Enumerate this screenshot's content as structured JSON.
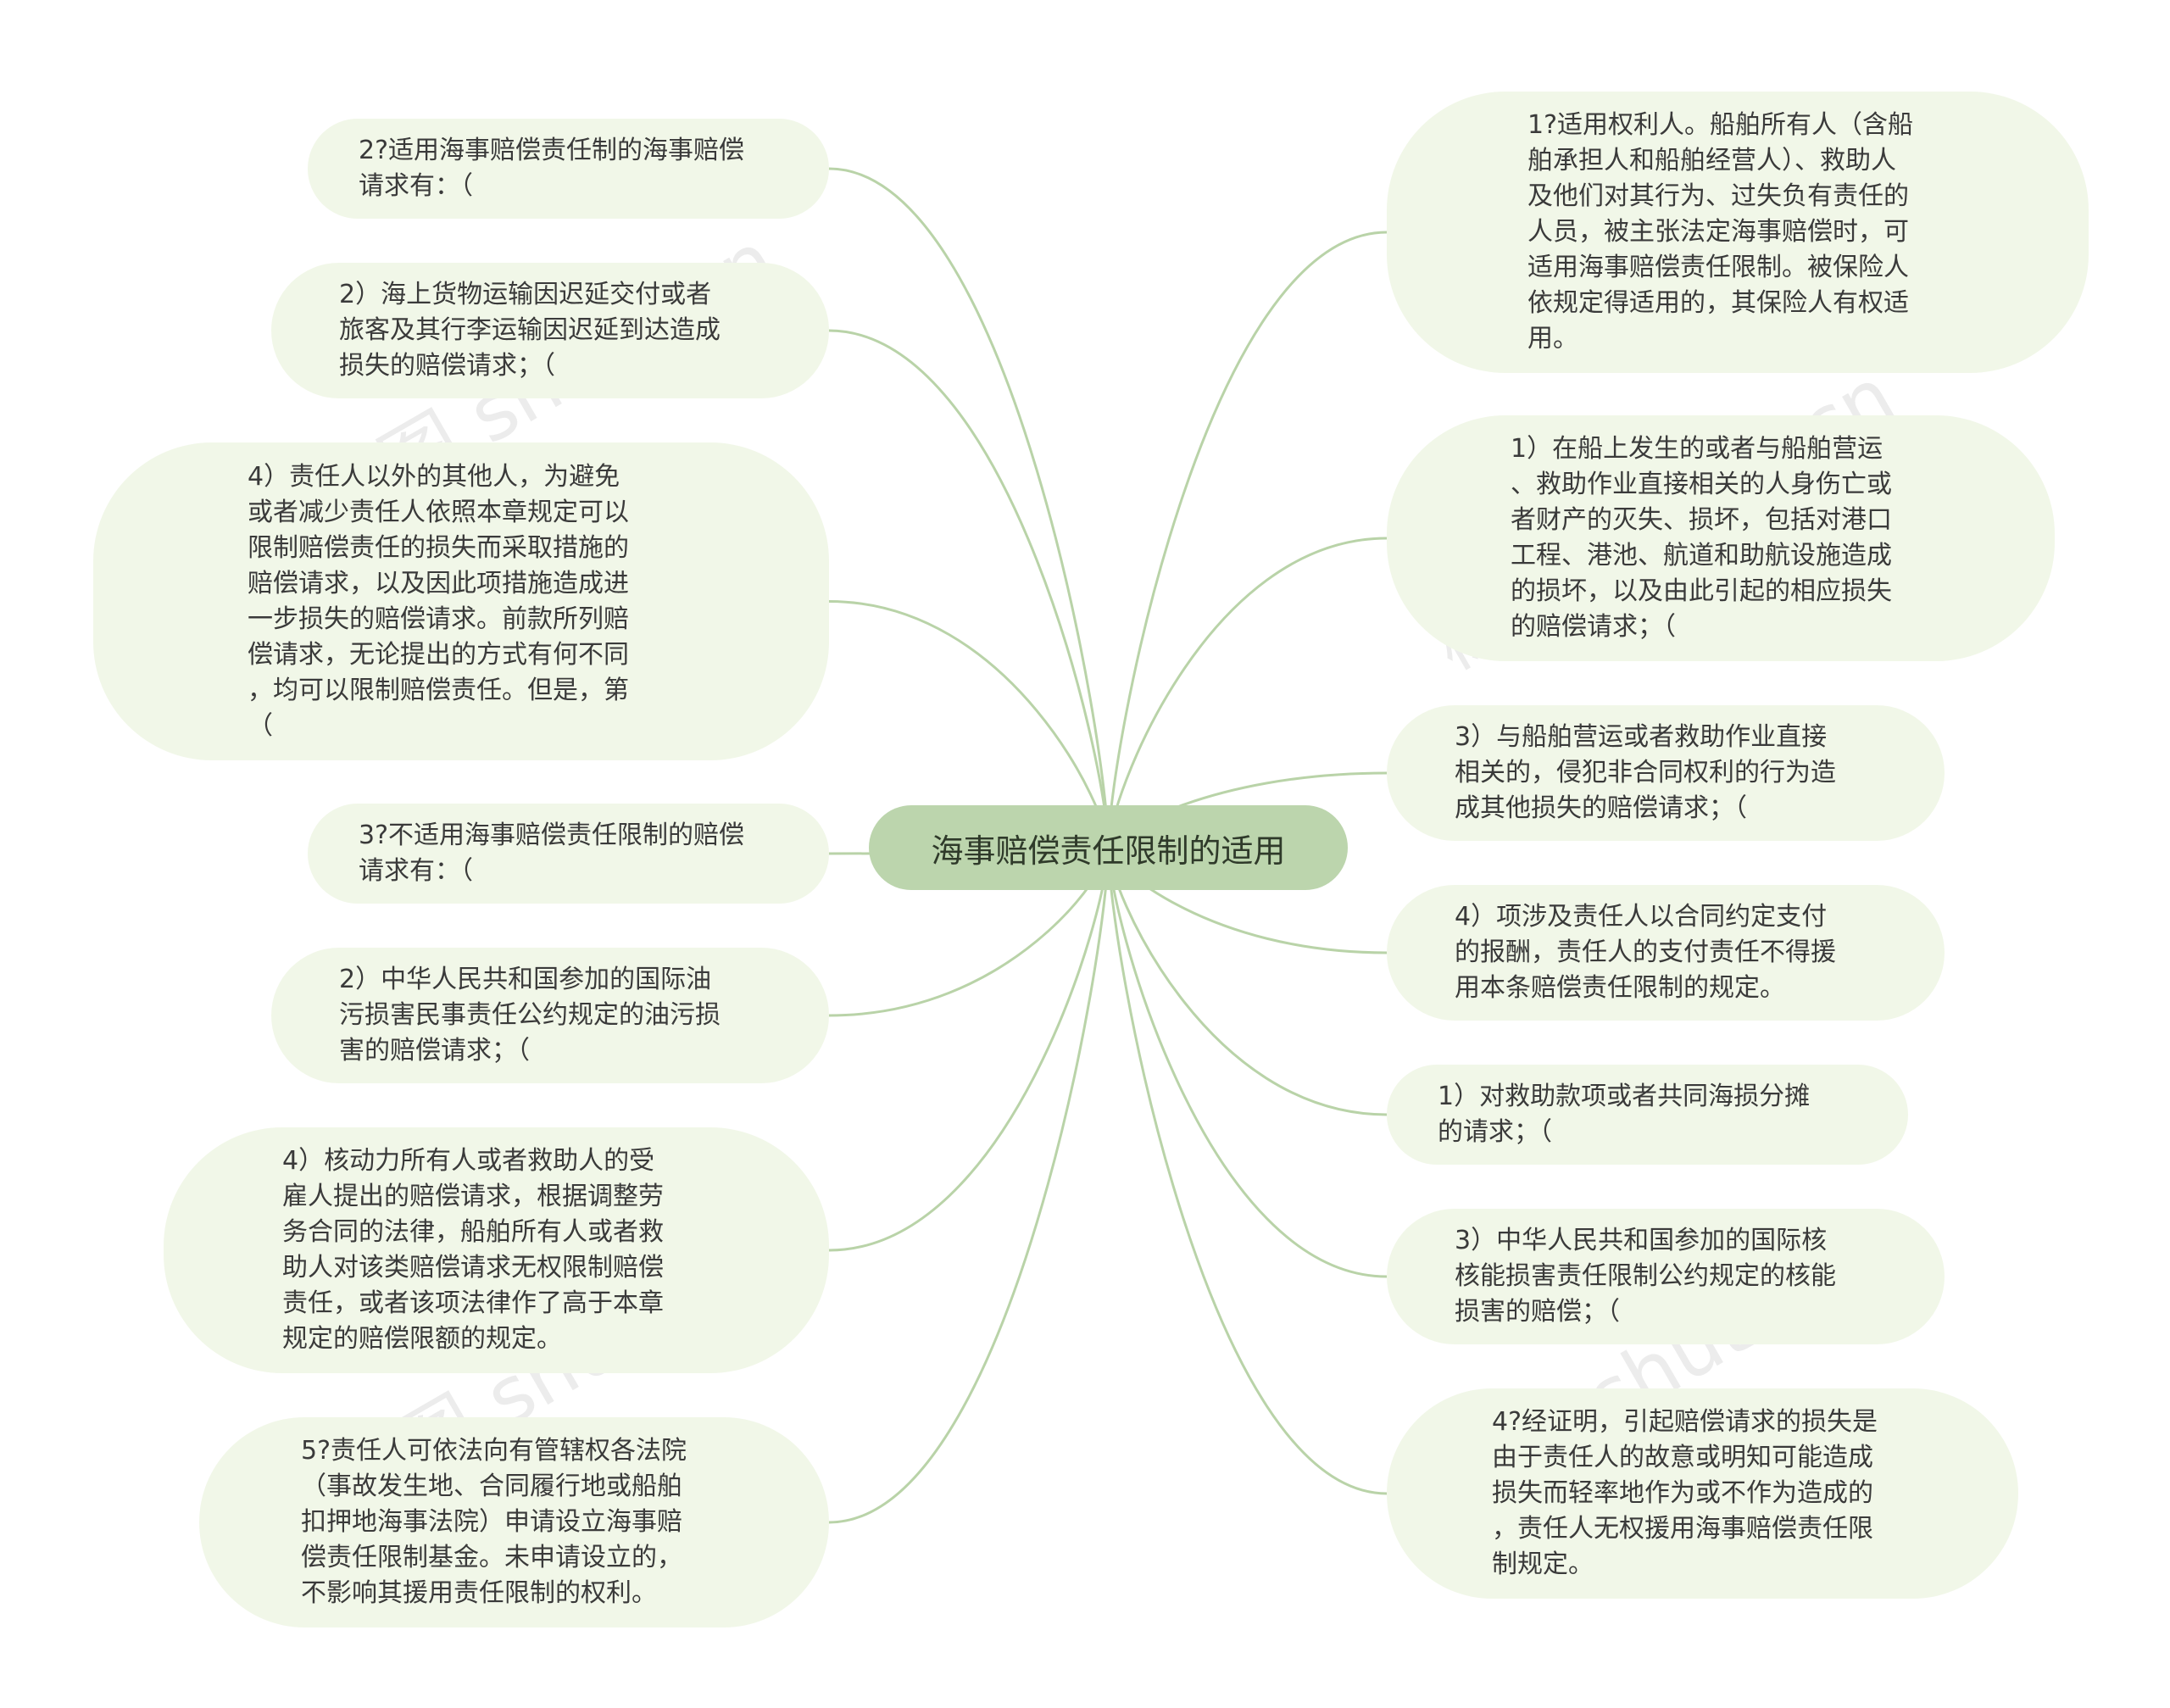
{
  "root": {
    "label": "海事赔偿责任限制的适用"
  },
  "left_nodes": [
    {
      "text": "2?适用海事赔偿责任制的海事赔偿\n请求有：（"
    },
    {
      "text": "2）海上货物运输因迟延交付或者\n旅客及其行李运输因迟延到达造成\n损失的赔偿请求；（"
    },
    {
      "text": "4）责任人以外的其他人，为避免\n或者减少责任人依照本章规定可以\n限制赔偿责任的损失而采取措施的\n赔偿请求，以及因此项措施造成进\n一步损失的赔偿请求。前款所列赔\n偿请求，无论提出的方式有何不同\n，均可以限制赔偿责任。但是，第\n（"
    },
    {
      "text": "3?不适用海事赔偿责任限制的赔偿\n请求有：（"
    },
    {
      "text": "2）中华人民共和国参加的国际油\n污损害民事责任公约规定的油污损\n害的赔偿请求；（"
    },
    {
      "text": "4）核动力所有人或者救助人的受\n雇人提出的赔偿请求，根据调整劳\n务合同的法律，船舶所有人或者救\n助人对该类赔偿请求无权限制赔偿\n责任，或者该项法律作了高于本章\n规定的赔偿限额的规定。"
    },
    {
      "text": "5?责任人可依法向有管辖权各法院\n（事故发生地、合同履行地或船舶\n扣押地海事法院）申请设立海事赔\n偿责任限制基金。未申请设立的，\n不影响其援用责任限制的权利。"
    }
  ],
  "right_nodes": [
    {
      "text": "1?适用权利人。船舶所有人（含船\n舶承担人和船舶经营人）、救助人\n及他们对其行为、过失负有责任的\n人员，被主张法定海事赔偿时，可\n适用海事赔偿责任限制。被保险人\n依规定得适用的，其保险人有权适\n用。"
    },
    {
      "text": "1）在船上发生的或者与船舶营运\n、救助作业直接相关的人身伤亡或\n者财产的灭失、损坏，包括对港口\n工程、港池、航道和助航设施造成\n的损坏，以及由此引起的相应损失\n的赔偿请求；（"
    },
    {
      "text": "3）与船舶营运或者救助作业直接\n相关的，侵犯非合同权利的行为造\n成其他损失的赔偿请求；（"
    },
    {
      "text": "4）项涉及责任人以合同约定支付\n的报酬，责任人的支付责任不得援\n用本条赔偿责任限制的规定。"
    },
    {
      "text": "1）对救助款项或者共同海损分摊\n的请求；（"
    },
    {
      "text": "3）中华人民共和国参加的国际核\n核能损害责任限制公约规定的核能\n损害的赔偿；（"
    },
    {
      "text": "4?经证明，引起赔偿请求的损失是\n由于责任人的故意或明知可能造成\n损失而轻率地作为或不作为造成的\n，责任人无权援用海事赔偿责任限\n制规定。"
    }
  ],
  "watermark": "树图 shutu.cn",
  "colors": {
    "node_bg": "#f1f7e8",
    "root_bg": "#bcd5ad",
    "link": "#b9d3a8"
  }
}
